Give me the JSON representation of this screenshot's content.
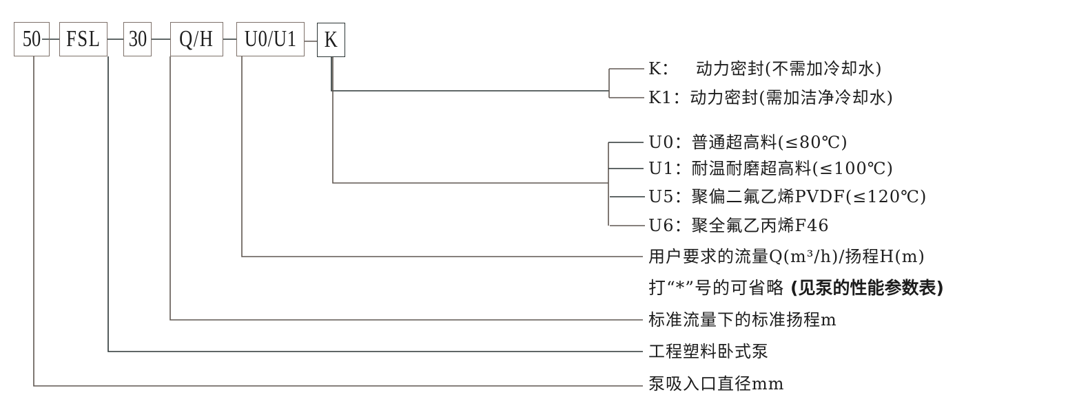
{
  "diagram": {
    "type": "model-code-breakdown",
    "code_segments": [
      {
        "id": "size",
        "text": "50"
      },
      {
        "id": "series",
        "text": "FSL"
      },
      {
        "id": "head",
        "text": "30"
      },
      {
        "id": "flow",
        "text": "Q/H"
      },
      {
        "id": "material",
        "text": "U0/U1"
      },
      {
        "id": "seal",
        "text": "K"
      }
    ],
    "seal_options": [
      {
        "key": "K：",
        "desc": "　动力密封(不需加冷却水)"
      },
      {
        "key": "K1：",
        "desc": "动力密封(需加洁净冷却水)"
      }
    ],
    "material_options": [
      {
        "key": "U0：",
        "desc": "普通超高料(≤80℃)"
      },
      {
        "key": "U1：",
        "desc": "耐温耐磨超高料(≤100℃)"
      },
      {
        "key": "U5：",
        "desc": "聚偏二氟乙烯PVDF(≤120℃)"
      },
      {
        "key": "U6：",
        "desc": "聚全氟乙丙烯F46"
      }
    ],
    "flow_label": "用户要求的流量Q(m³/h)/扬程H(m)",
    "note": {
      "text": "打“*”号的可省略 ",
      "bold": "(见泵的性能参数表)"
    },
    "head_label": "标准流量下的标准扬程m",
    "series_label": "工程塑料卧式泵",
    "size_label": "泵吸入口直径mm"
  }
}
